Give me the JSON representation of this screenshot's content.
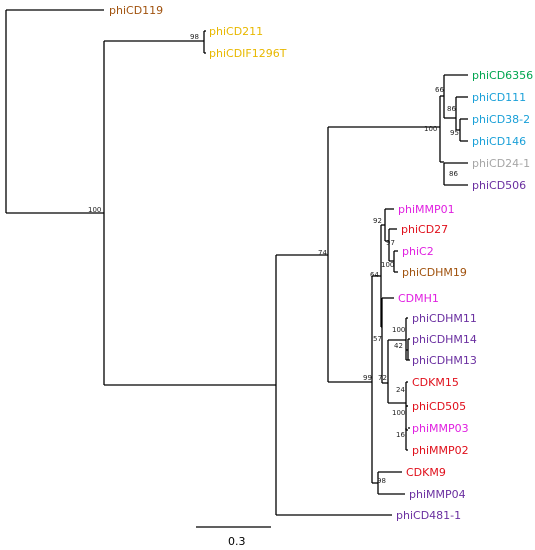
{
  "tree": {
    "colors": {
      "brown": "#a0520e",
      "yellow": "#e8b800",
      "green": "#00a550",
      "blue": "#1aa0d8",
      "gray": "#a6a6a6",
      "purple": "#6a2fa0",
      "magenta": "#e020e0",
      "red": "#e0101c"
    },
    "leaves": [
      {
        "label": "phiCD119",
        "color": "#a0520e"
      },
      {
        "label": "phiCD211",
        "color": "#e8b800"
      },
      {
        "label": "phiCDIF1296T",
        "color": "#e8b800"
      },
      {
        "label": "phiCD6356",
        "color": "#00a550"
      },
      {
        "label": "phiCD111",
        "color": "#1aa0d8"
      },
      {
        "label": "phiCD38-2",
        "color": "#1aa0d8"
      },
      {
        "label": "phiCD146",
        "color": "#1aa0d8"
      },
      {
        "label": "phiCD24-1",
        "color": "#a6a6a6"
      },
      {
        "label": "phiCD506",
        "color": "#6a2fa0"
      },
      {
        "label": "phiMMP01",
        "color": "#e020e0"
      },
      {
        "label": "phiCD27",
        "color": "#e0101c"
      },
      {
        "label": "phiC2",
        "color": "#e020e0"
      },
      {
        "label": "phiCDHM19",
        "color": "#a0520e"
      },
      {
        "label": "CDMH1",
        "color": "#e020e0"
      },
      {
        "label": "phiCDHM11",
        "color": "#6a2fa0"
      },
      {
        "label": "phiCDHM14",
        "color": "#6a2fa0"
      },
      {
        "label": "phiCDHM13",
        "color": "#6a2fa0"
      },
      {
        "label": "CDKM15",
        "color": "#e0101c"
      },
      {
        "label": "phiCD505",
        "color": "#e0101c"
      },
      {
        "label": "phiMMP03",
        "color": "#e020e0"
      },
      {
        "label": "phiMMP02",
        "color": "#e0101c"
      },
      {
        "label": "CDKM9",
        "color": "#e0101c"
      },
      {
        "label": "phiMMP04",
        "color": "#6a2fa0"
      },
      {
        "label": "phiCD481-1",
        "color": "#6a2fa0"
      }
    ],
    "bootstrap": [
      "98",
      "66",
      "86",
      "95",
      "100",
      "86",
      "100",
      "92",
      "97",
      "100",
      "74",
      "64",
      "100",
      "42",
      "57",
      "72",
      "24",
      "100",
      "16",
      "99",
      "98"
    ],
    "scale_label": "0.3"
  }
}
